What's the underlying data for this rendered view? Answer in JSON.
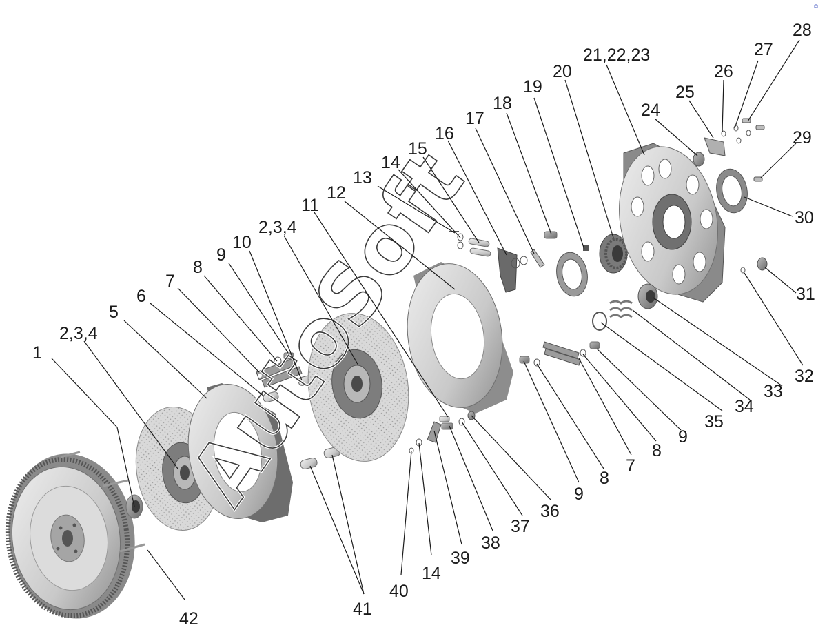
{
  "watermark": "AutoSoft",
  "corner_mark": "©",
  "callouts": [
    {
      "id": "c1",
      "text": "1"
    },
    {
      "id": "c234a",
      "text": "2,3,4"
    },
    {
      "id": "c5",
      "text": "5"
    },
    {
      "id": "c6",
      "text": "6"
    },
    {
      "id": "c7a",
      "text": "7"
    },
    {
      "id": "c8a",
      "text": "8"
    },
    {
      "id": "c9a",
      "text": "9"
    },
    {
      "id": "c10",
      "text": "10"
    },
    {
      "id": "c234b",
      "text": "2,3,4"
    },
    {
      "id": "c11",
      "text": "11"
    },
    {
      "id": "c12",
      "text": "12"
    },
    {
      "id": "c13",
      "text": "13"
    },
    {
      "id": "c14a",
      "text": "14"
    },
    {
      "id": "c15",
      "text": "15"
    },
    {
      "id": "c16",
      "text": "16"
    },
    {
      "id": "c17",
      "text": "17"
    },
    {
      "id": "c18",
      "text": "18"
    },
    {
      "id": "c19",
      "text": "19"
    },
    {
      "id": "c20",
      "text": "20"
    },
    {
      "id": "c212223",
      "text": "21,22,23"
    },
    {
      "id": "c24",
      "text": "24"
    },
    {
      "id": "c25",
      "text": "25"
    },
    {
      "id": "c26",
      "text": "26"
    },
    {
      "id": "c27",
      "text": "27"
    },
    {
      "id": "c28",
      "text": "28"
    },
    {
      "id": "c29",
      "text": "29"
    },
    {
      "id": "c30",
      "text": "30"
    },
    {
      "id": "c31",
      "text": "31"
    },
    {
      "id": "c32",
      "text": "32"
    },
    {
      "id": "c33",
      "text": "33"
    },
    {
      "id": "c34",
      "text": "34"
    },
    {
      "id": "c35",
      "text": "35"
    },
    {
      "id": "c9b",
      "text": "9"
    },
    {
      "id": "c8b",
      "text": "8"
    },
    {
      "id": "c7b",
      "text": "7"
    },
    {
      "id": "c8c",
      "text": "8"
    },
    {
      "id": "c9c",
      "text": "9"
    },
    {
      "id": "c36",
      "text": "36"
    },
    {
      "id": "c37",
      "text": "37"
    },
    {
      "id": "c38",
      "text": "38"
    },
    {
      "id": "c39",
      "text": "39"
    },
    {
      "id": "c14b",
      "text": "14"
    },
    {
      "id": "c40",
      "text": "40"
    },
    {
      "id": "c41",
      "text": "41"
    },
    {
      "id": "c42",
      "text": "42"
    }
  ]
}
